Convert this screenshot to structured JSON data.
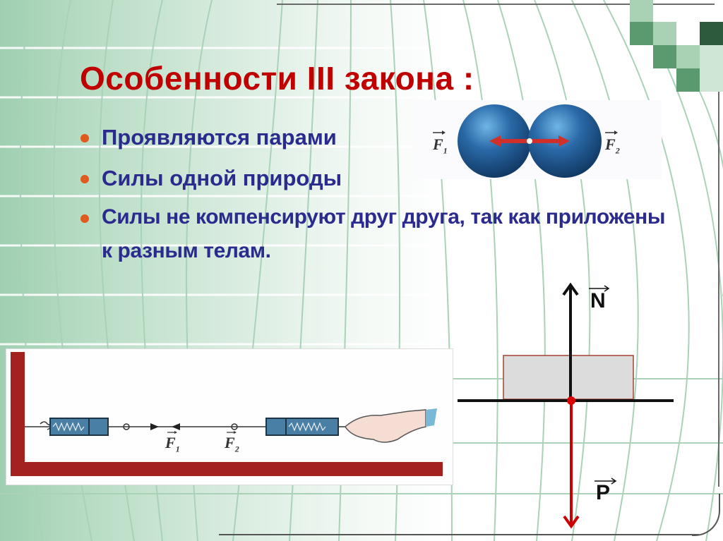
{
  "slide": {
    "title": "Особенности III закона :",
    "bullets": [
      "Проявляются парами",
      "Силы одной природы",
      "Силы не компенсируют друг друга, так как приложены к разным телам."
    ]
  },
  "spheres_figure": {
    "left_label": "F",
    "left_subscript": "1",
    "right_label": "F",
    "right_subscript": "2"
  },
  "spring_figure": {
    "label_1": "F",
    "sub_1": "1",
    "label_2": "F",
    "sub_2": "2"
  },
  "force_diagram": {
    "normal_label": "N",
    "weight_label": "P"
  },
  "colors": {
    "title": "#c00000",
    "bullet_text": "#2b2b8f",
    "bullet_dot": "#e05a1e",
    "wall": "#a3221f",
    "weight_arrow": "#cc0000",
    "sphere": "#2a6aa8",
    "deco_dark": "#2d5a3d",
    "deco_mid": "#5a9a6e",
    "deco_light": "#a9d2b5"
  }
}
